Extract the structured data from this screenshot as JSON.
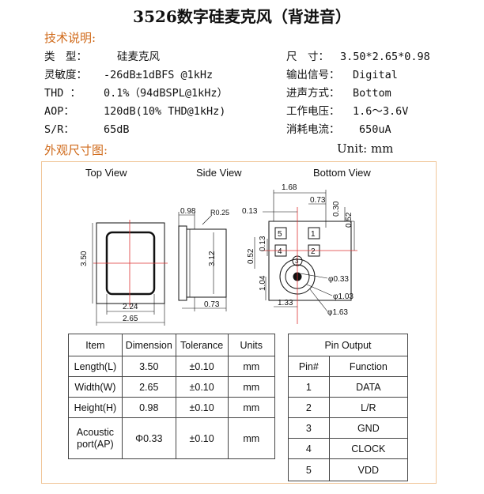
{
  "title": "3526数字硅麦克风（背进音）",
  "spec_section": "技术说明:",
  "specs_left": [
    {
      "label": "类　型：",
      "value": "硅麦克风"
    },
    {
      "label": "灵敏度：",
      "value": "-26dB±1dBFS @1kHz"
    },
    {
      "label": "THD  ：",
      "value": "0.1%（94dBSPL@1kHz）"
    },
    {
      "label": "AOP：",
      "value": "120dB(10% THD@1kHz)"
    },
    {
      "label": "S/R：",
      "value": "65dB"
    }
  ],
  "specs_right": [
    {
      "label": "尺　寸：",
      "value": "3.50*2.65*0.98"
    },
    {
      "label": "输出信号：",
      "value": "Digital"
    },
    {
      "label": "进声方式：",
      "value": "Bottom"
    },
    {
      "label": "工作电压：",
      "value": "1.6～3.6V"
    },
    {
      "label": "消耗电流：",
      "value": "650uA"
    }
  ],
  "dim_section": "外观尺寸图:",
  "unit_note": "Unit: mm",
  "views": {
    "top": "Top View",
    "side": "Side View",
    "bottom": "Bottom View"
  },
  "dims": {
    "top_h": "3.50",
    "top_w_inner": "2.24",
    "top_w": "2.65",
    "side_t": "0.98",
    "side_r": "R0.25",
    "side_h": "3.12",
    "side_b": "0.73",
    "b_168": "1.68",
    "b_073": "0.73",
    "b_013a": "0.13",
    "b_030": "0.30",
    "b_052a": "0.52",
    "b_052b": "0.52",
    "b_013b": "0.13",
    "b_104": "1.04",
    "b_133": "1.33",
    "d_033": "φ0.33",
    "d_103": "φ1.03",
    "d_163": "φ1.63",
    "pads": [
      "5",
      "1",
      "4",
      "2",
      "3"
    ]
  },
  "dim_table": {
    "headers": [
      "Item",
      "Dimension",
      "Tolerance",
      "Units"
    ],
    "rows": [
      [
        "Length(L)",
        "3.50",
        "±0.10",
        "mm"
      ],
      [
        "Width(W)",
        "2.65",
        "±0.10",
        "mm"
      ],
      [
        "Height(H)",
        "0.98",
        "±0.10",
        "mm"
      ],
      [
        "Acoustic port(AP)",
        "Φ0.33",
        "±0.10",
        "mm"
      ]
    ]
  },
  "pin_table": {
    "title": "Pin Output",
    "headers": [
      "Pin#",
      "Function"
    ],
    "rows": [
      [
        "1",
        "DATA"
      ],
      [
        "2",
        "L/R"
      ],
      [
        "3",
        "GND"
      ],
      [
        "4",
        "CLOCK"
      ],
      [
        "5",
        "VDD"
      ]
    ]
  }
}
